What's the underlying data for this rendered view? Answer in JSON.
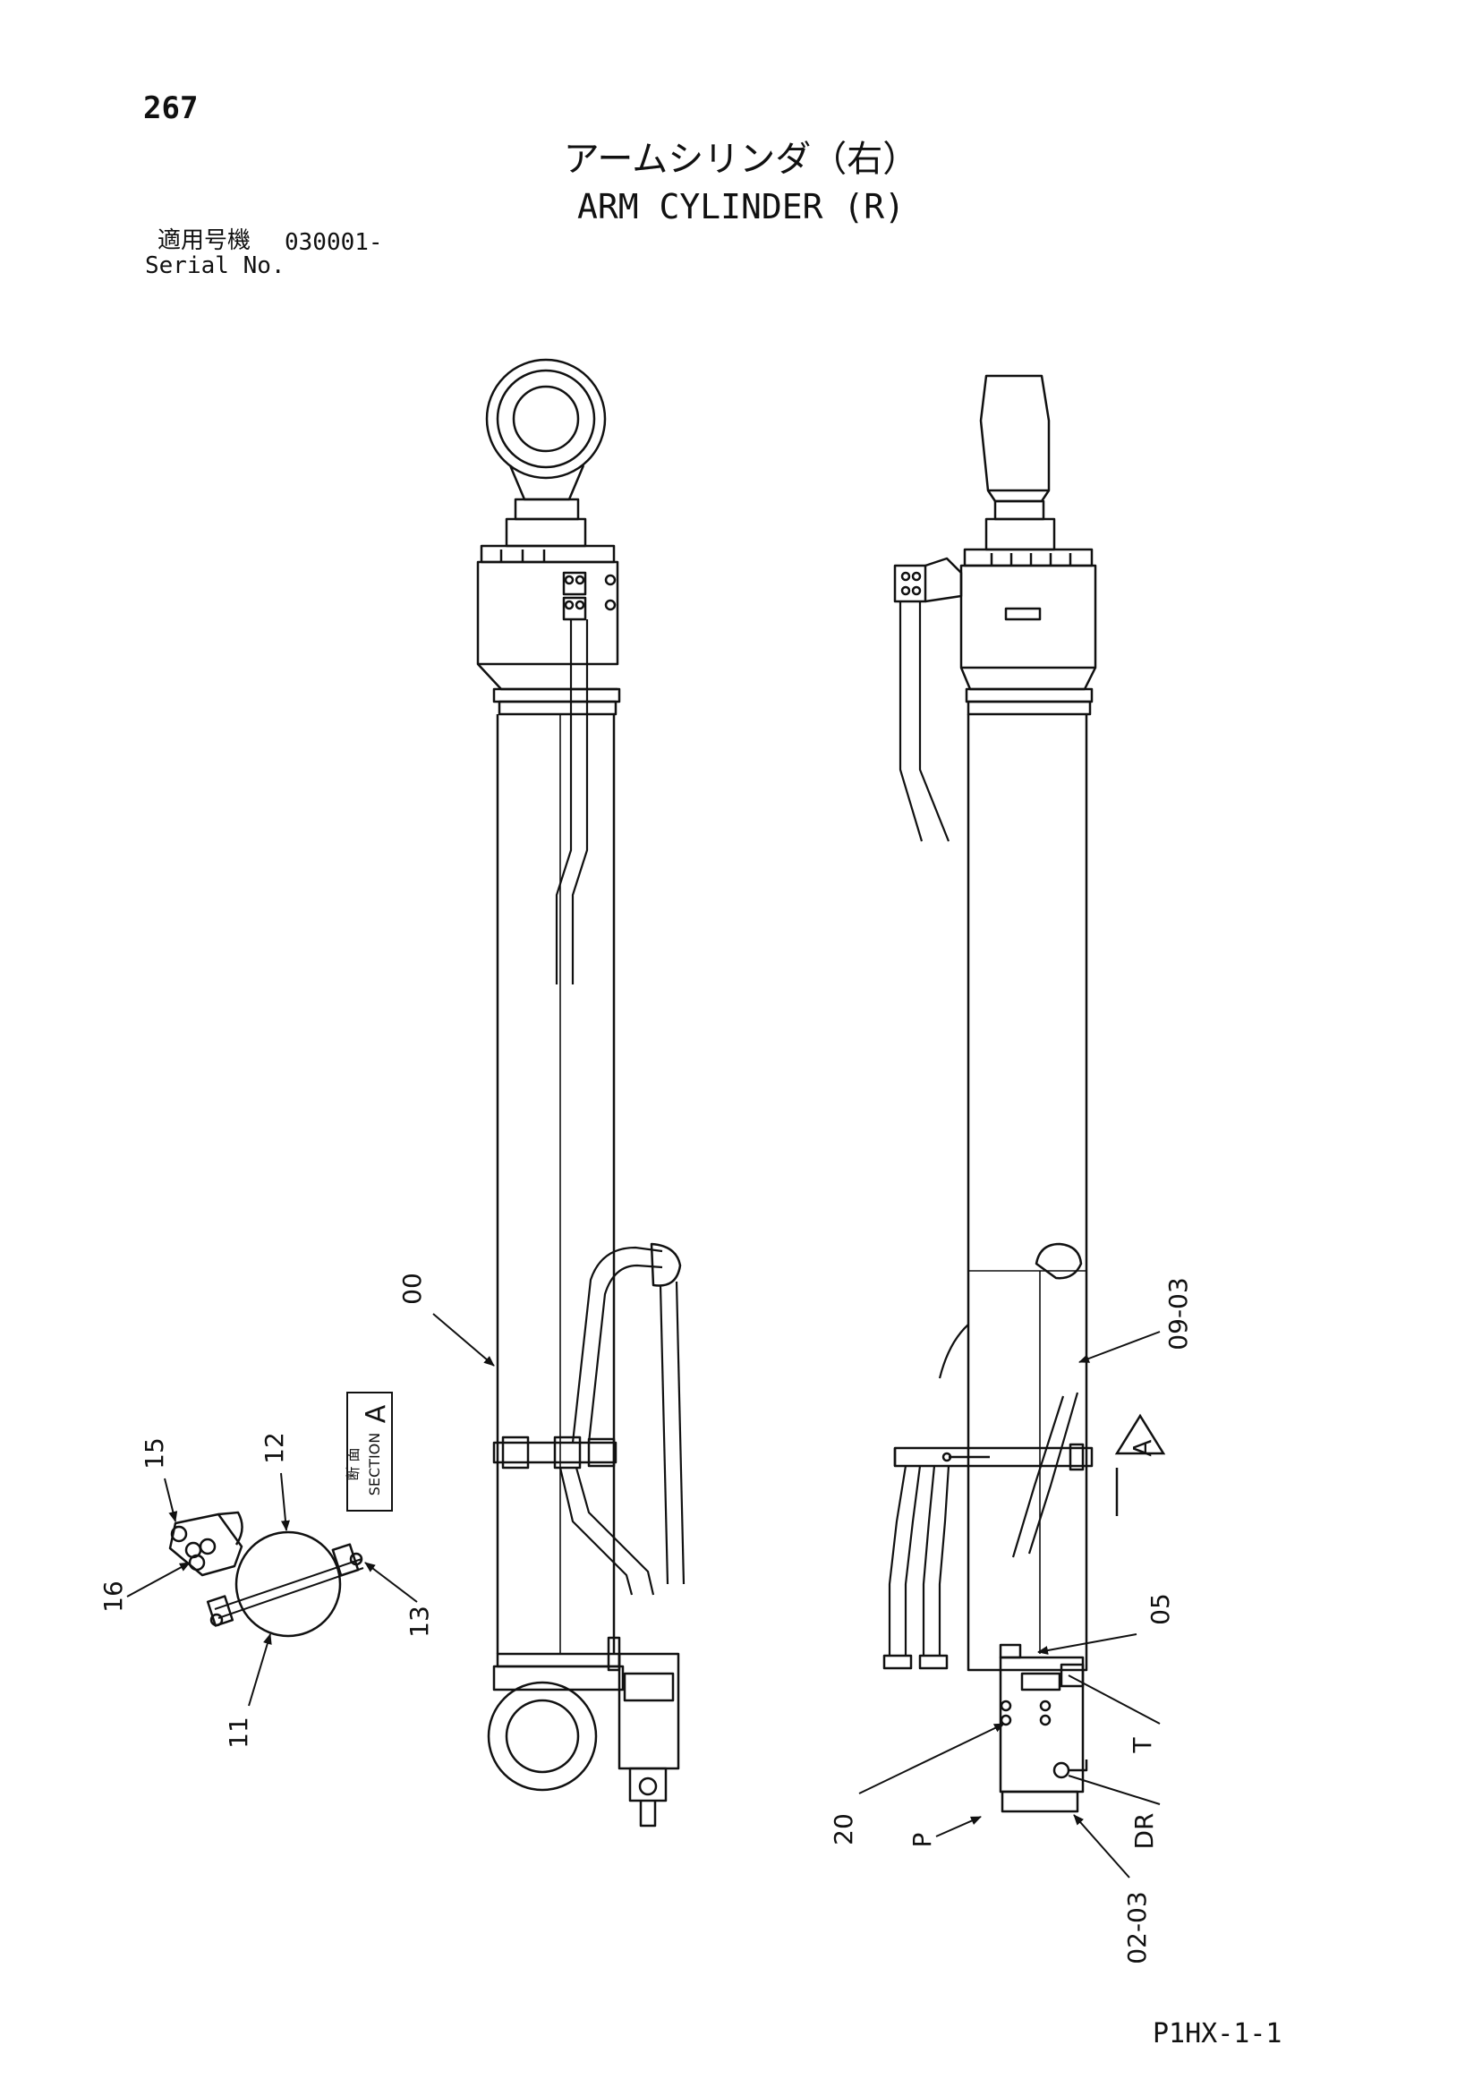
{
  "header": {
    "page_number": "267",
    "title_jp": "アームシリンダ（右）",
    "title_en": "ARM CYLINDER (R)",
    "serial_label_jp": "適用号機",
    "serial_value": "030001-",
    "serial_label_en": "Serial No."
  },
  "callouts": {
    "part_00": "00",
    "part_09_03": "09-03",
    "part_05": "05",
    "part_20": "20",
    "part_02_03": "02-03",
    "port_t": "T",
    "port_p": "P",
    "port_dr": "DR",
    "section_ref_a": "A",
    "section_label_jp": "断 面",
    "section_label_en": "SECTION",
    "section_letter": "A",
    "part_15": "15",
    "part_12": "12",
    "part_16": "16",
    "part_13": "13",
    "part_11": "11"
  },
  "footer": {
    "drawing_code": "P1HX-1-1"
  }
}
